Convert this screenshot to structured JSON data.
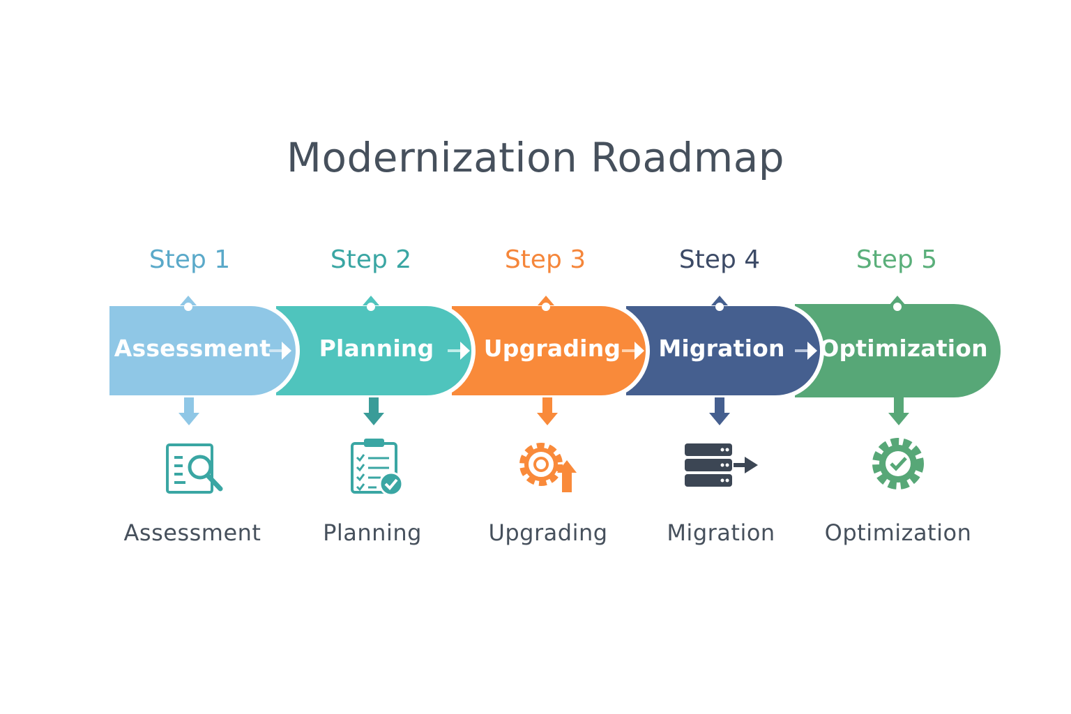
{
  "title": "Modernization Roadmap",
  "colors": {
    "title": "#46505c",
    "step1": "#8fc7e6",
    "step2": "#4fc4bd",
    "step3": "#f98a3a",
    "step4": "#455f8f",
    "step5": "#57a777",
    "icon_dark": "#3c4654"
  },
  "steps": [
    {
      "step": "Step 1",
      "bar_label": "Assessment",
      "label": "Assessment",
      "icon": "clipboard-search-icon",
      "color": "#8fc7e6",
      "text_color": "#5aa9c9"
    },
    {
      "step": "Step 2",
      "bar_label": "Planning",
      "label": "Planning",
      "icon": "checklist-icon",
      "color": "#4fc4bd",
      "text_color": "#3aa6a3"
    },
    {
      "step": "Step 3",
      "bar_label": "Upgrading",
      "label": "Upgrading",
      "icon": "gear-upgrade-icon",
      "color": "#f98a3a",
      "text_color": "#f5863a"
    },
    {
      "step": "Step 4",
      "bar_label": "Migration",
      "label": "Migration",
      "icon": "server-migrate-icon",
      "color": "#455f8f",
      "text_color": "#3c4a66"
    },
    {
      "step": "Step 5",
      "bar_label": "Optimization",
      "label": "Optimization",
      "icon": "gear-check-icon",
      "color": "#57a777",
      "text_color": "#5aaf7a"
    }
  ]
}
